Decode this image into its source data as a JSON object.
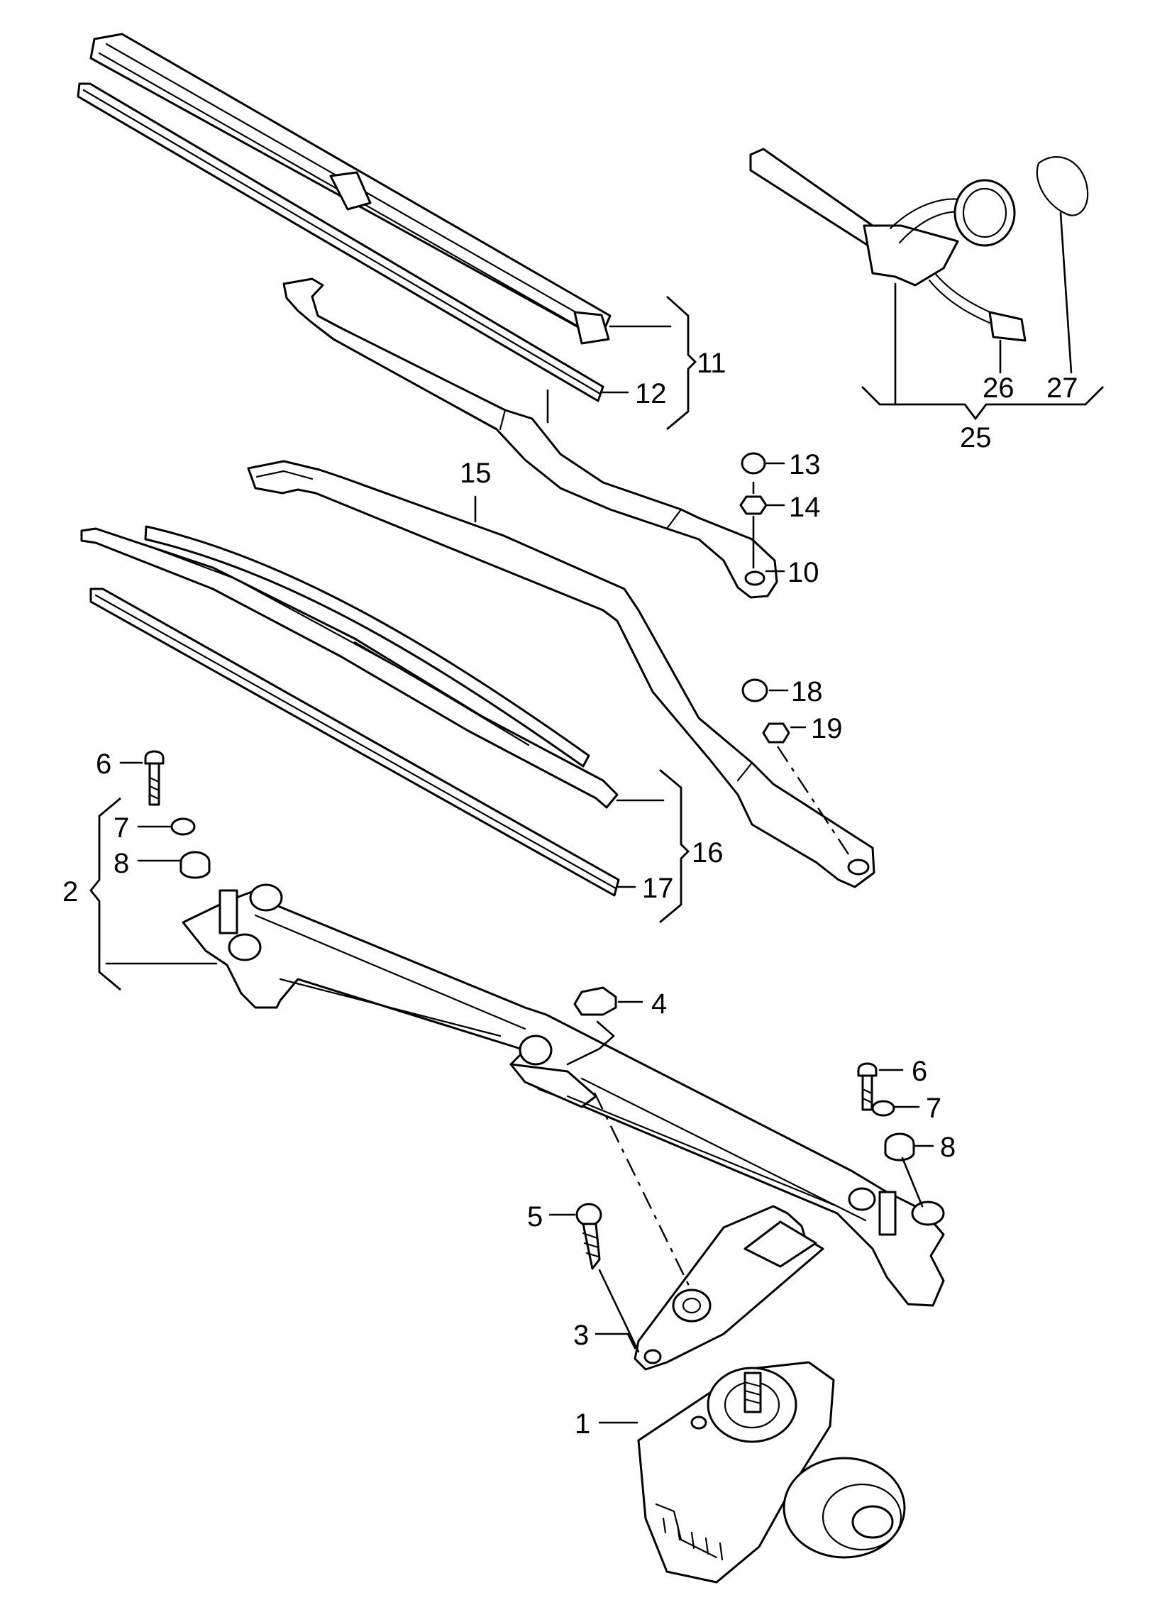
{
  "diagram": {
    "type": "exploded-parts-view",
    "callouts": [
      {
        "id": "1",
        "label": "1"
      },
      {
        "id": "2",
        "label": "2"
      },
      {
        "id": "3",
        "label": "3"
      },
      {
        "id": "4",
        "label": "4"
      },
      {
        "id": "5",
        "label": "5"
      },
      {
        "id": "6a",
        "label": "6"
      },
      {
        "id": "6b",
        "label": "6"
      },
      {
        "id": "7a",
        "label": "7"
      },
      {
        "id": "7b",
        "label": "7"
      },
      {
        "id": "8a",
        "label": "8"
      },
      {
        "id": "8b",
        "label": "8"
      },
      {
        "id": "10",
        "label": "10"
      },
      {
        "id": "11",
        "label": "11"
      },
      {
        "id": "12",
        "label": "12"
      },
      {
        "id": "13",
        "label": "13"
      },
      {
        "id": "14",
        "label": "14"
      },
      {
        "id": "15",
        "label": "15"
      },
      {
        "id": "16",
        "label": "16"
      },
      {
        "id": "17",
        "label": "17"
      },
      {
        "id": "18",
        "label": "18"
      },
      {
        "id": "19",
        "label": "19"
      },
      {
        "id": "25",
        "label": "25"
      },
      {
        "id": "26",
        "label": "26"
      },
      {
        "id": "27",
        "label": "27"
      }
    ],
    "colors": {
      "line": "#000000",
      "background": "#ffffff"
    }
  }
}
